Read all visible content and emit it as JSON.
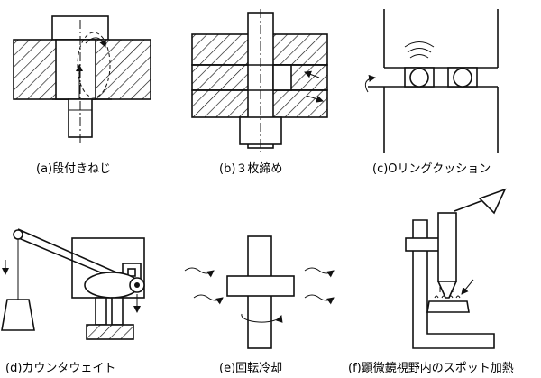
{
  "panels": [
    {
      "id": "a",
      "caption": "(a)段付きねじ"
    },
    {
      "id": "b",
      "caption": "(b)３枚締め"
    },
    {
      "id": "c",
      "caption": "(c)Oリングクッション"
    },
    {
      "id": "d",
      "caption": "(d)カウンタウェイト"
    },
    {
      "id": "e",
      "caption": "(e)回転冷却"
    },
    {
      "id": "f",
      "caption": "(f)顕微鏡視野内のスポット加熱"
    }
  ]
}
